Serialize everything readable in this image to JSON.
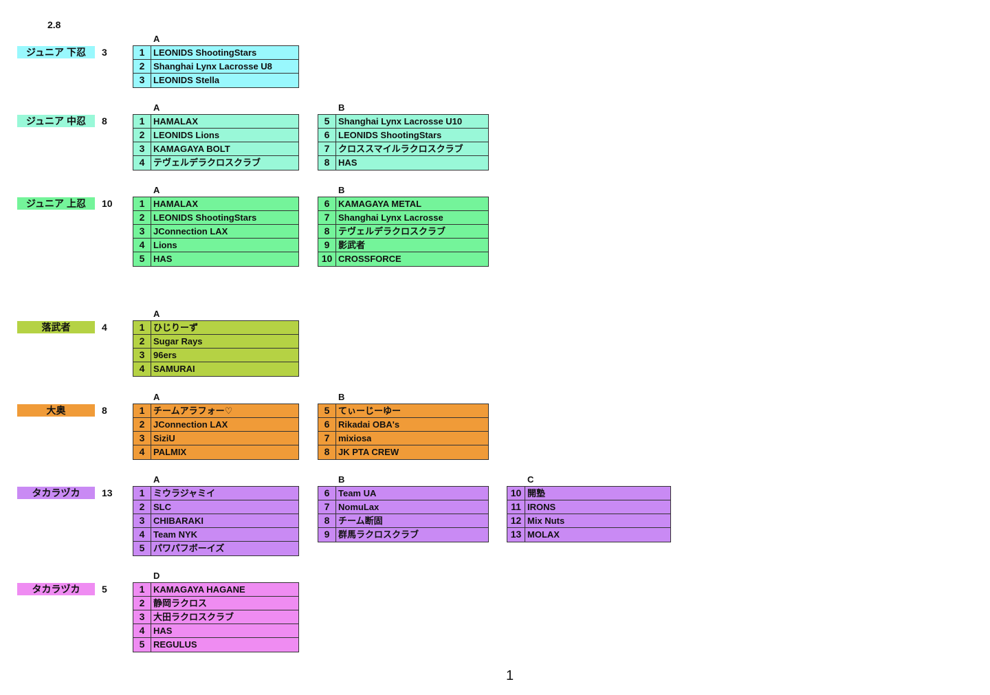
{
  "date": "2.8",
  "page_number": "1",
  "groups": [
    {
      "label": "ジュニア 下忍",
      "count": "3",
      "color": "#99f8fd",
      "tables": [
        {
          "letter": "A",
          "rows": [
            [
              "1",
              "LEONIDS ShootingStars"
            ],
            [
              "2",
              "Shanghai Lynx Lacrosse U8"
            ],
            [
              "3",
              "LEONIDS Stella"
            ]
          ]
        }
      ]
    },
    {
      "label": "ジュニア 中忍",
      "count": "8",
      "color": "#99f8d8",
      "tables": [
        {
          "letter": "A",
          "rows": [
            [
              "1",
              "HAMALAX"
            ],
            [
              "2",
              "LEONIDS Lions"
            ],
            [
              "3",
              "KAMAGAYA BOLT"
            ],
            [
              "4",
              "テヴェルデラクロスクラブ"
            ]
          ]
        },
        {
          "letter": "B",
          "rows": [
            [
              "5",
              "Shanghai Lynx Lacrosse U10"
            ],
            [
              "6",
              "LEONIDS ShootingStars"
            ],
            [
              "7",
              "クロススマイルラクロスクラブ"
            ],
            [
              "8",
              "HAS"
            ]
          ]
        }
      ]
    },
    {
      "label": "ジュニア 上忍",
      "count": "10",
      "color": "#74f49a",
      "tables": [
        {
          "letter": "A",
          "rows": [
            [
              "1",
              "HAMALAX"
            ],
            [
              "2",
              "LEONIDS ShootingStars"
            ],
            [
              "3",
              "JConnection LAX"
            ],
            [
              "4",
              "Lions"
            ],
            [
              "5",
              "HAS"
            ]
          ]
        },
        {
          "letter": "B",
          "rows": [
            [
              "6",
              "KAMAGAYA METAL"
            ],
            [
              "7",
              "Shanghai Lynx Lacrosse"
            ],
            [
              "8",
              "テヴェルデラクロスクラブ"
            ],
            [
              "9",
              "影武者"
            ],
            [
              "10",
              "CROSSFORCE"
            ]
          ]
        }
      ]
    },
    {
      "label": "落武者",
      "count": "4",
      "color": "#b5d244",
      "tables": [
        {
          "letter": "A",
          "rows": [
            [
              "1",
              "ひじりーず"
            ],
            [
              "2",
              "Sugar Rays"
            ],
            [
              "3",
              "96ers"
            ],
            [
              "4",
              "SAMURAI"
            ]
          ]
        }
      ]
    },
    {
      "label": "大奥",
      "count": "8",
      "color": "#f09b38",
      "tables": [
        {
          "letter": "A",
          "rows": [
            [
              "1",
              "チームアラフォー♡"
            ],
            [
              "2",
              "JConnection LAX"
            ],
            [
              "3",
              "SiziU"
            ],
            [
              "4",
              "PALMIX"
            ]
          ]
        },
        {
          "letter": "B",
          "rows": [
            [
              "5",
              "てぃーじーゆー"
            ],
            [
              "6",
              "Rikadai OBA's"
            ],
            [
              "7",
              "mixiosa"
            ],
            [
              "8",
              "JK PTA CREW"
            ]
          ]
        }
      ]
    },
    {
      "label": "タカラヅカ",
      "count": "13",
      "color": "#c98af4",
      "tables": [
        {
          "letter": "A",
          "rows": [
            [
              "1",
              "ミウラジャミイ"
            ],
            [
              "2",
              "SLC"
            ],
            [
              "3",
              "CHIBARAKI"
            ],
            [
              "4",
              "Team NYK"
            ],
            [
              "5",
              "パワパフボーイズ"
            ]
          ]
        },
        {
          "letter": "B",
          "rows": [
            [
              "6",
              "Team UA"
            ],
            [
              "7",
              "NomuLax"
            ],
            [
              "8",
              "チーム断固"
            ],
            [
              "9",
              "群馬ラクロスクラブ"
            ]
          ]
        },
        {
          "letter": "C",
          "rows": [
            [
              "10",
              "開塾"
            ],
            [
              "11",
              "IRONS"
            ],
            [
              "12",
              "Mix Nuts"
            ],
            [
              "13",
              "MOLAX"
            ]
          ]
        }
      ]
    },
    {
      "label": "タカラヅカ",
      "count": "5",
      "color": "#ef8cf2",
      "tables": [
        {
          "letter": "D",
          "rows": [
            [
              "1",
              "KAMAGAYA HAGANE"
            ],
            [
              "2",
              "静岡ラクロス"
            ],
            [
              "3",
              "大田ラクロスクラブ"
            ],
            [
              "4",
              "HAS"
            ],
            [
              "5",
              "REGULUS"
            ]
          ]
        }
      ]
    }
  ]
}
